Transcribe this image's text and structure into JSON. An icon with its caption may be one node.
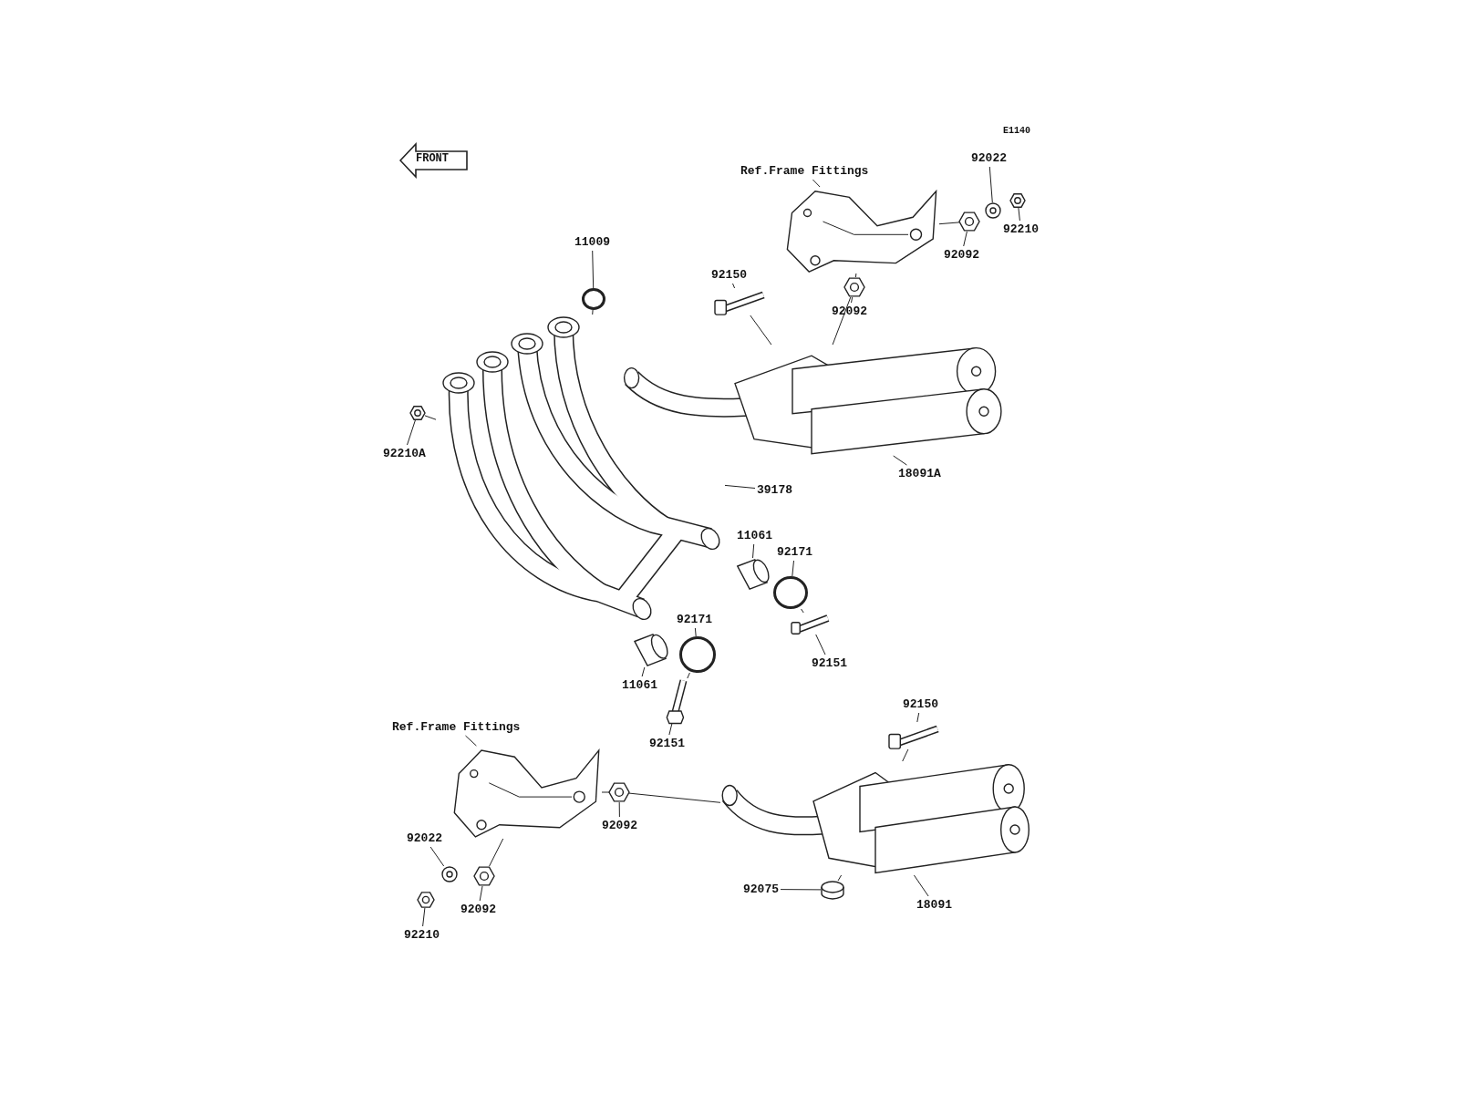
{
  "diagram": {
    "nodes": [
      {
        "text": [
          "Ref.Frame Fittings"
        ]
      },
      {
        "text": [
          "92022"
        ]
      },
      {
        "text": [
          "92210"
        ]
      },
      {
        "text": [
          "92092"
        ]
      },
      {
        "text": [
          "11009"
        ]
      },
      {
        "text": [
          "92092"
        ]
      },
      {
        "text": [
          "92150"
        ]
      },
      {
        "text": [
          "92210A"
        ]
      },
      {
        "text": [
          "18091A"
        ]
      },
      {
        "text": [
          "39178"
        ]
      },
      {
        "text": [
          "11061"
        ]
      },
      {
        "text": [
          "92171"
        ]
      },
      {
        "text": [
          "92171"
        ]
      },
      {
        "text": [
          "92151"
        ]
      },
      {
        "text": [
          "11061"
        ]
      },
      {
        "text": [
          "92151"
        ]
      },
      {
        "text": [
          "Ref.Frame Fittings"
        ]
      },
      {
        "text": [
          "92150"
        ]
      },
      {
        "text": [
          "92092"
        ]
      },
      {
        "text": [
          "92022"
        ]
      },
      {
        "text": [
          "92075"
        ]
      },
      {
        "text": [
          "18091"
        ]
      },
      {
        "text": [
          "92092"
        ]
      },
      {
        "text": [
          "92210"
        ]
      },
      {
        "text": [],
        "shape": "picture"
      },
      {
        "text": [],
        "shape": "picture"
      },
      {
        "text": [],
        "shape": "picture"
      },
      {
        "text": [],
        "shape": "picture"
      },
      {
        "text": [],
        "shape": "circle"
      },
      {
        "text": [],
        "shape": "picture"
      },
      {
        "text": [],
        "shape": "picture"
      },
      {
        "text": [],
        "shape": "picture"
      },
      {
        "text": [],
        "shape": "picture"
      },
      {
        "text": [],
        "shape": "picture"
      },
      {
        "text": [],
        "shape": "picture"
      },
      {
        "text": [],
        "shape": "circle"
      },
      {
        "text": [],
        "shape": "circle"
      },
      {
        "text": [],
        "shape": "picture"
      },
      {
        "text": [],
        "shape": "picture"
      },
      {
        "text": [],
        "shape": "picture"
      },
      {
        "text": [],
        "shape": "picture"
      },
      {
        "text": [],
        "shape": "picture"
      },
      {
        "text": [],
        "shape": "picture"
      },
      {
        "text": [],
        "shape": "picture"
      },
      {
        "text": [],
        "shape": "cylinder"
      },
      {
        "text": [],
        "shape": "picture"
      },
      {
        "text": [],
        "shape": "picture"
      },
      {
        "text": [],
        "shape": "picture"
      }
    ],
    "edges": [
      {
        "from": 0,
        "to": 24,
        "arrow": "none"
      },
      {
        "from": 1,
        "to": 25,
        "arrow": "none"
      },
      {
        "from": 2,
        "to": 26,
        "arrow": "none"
      },
      {
        "from": 3,
        "to": 27,
        "arrow": "none"
      },
      {
        "from": 4,
        "to": 28,
        "arrow": "none"
      },
      {
        "from": 5,
        "to": 29,
        "arrow": "none"
      },
      {
        "from": 6,
        "to": 30,
        "arrow": "none"
      },
      {
        "from": 7,
        "to": 31,
        "arrow": "none"
      },
      {
        "from": 8,
        "to": 32,
        "arrow": "none"
      },
      {
        "from": 9,
        "to": 33,
        "arrow": "none"
      },
      {
        "from": 10,
        "to": 34,
        "arrow": "none"
      },
      {
        "from": 11,
        "to": 35,
        "arrow": "none"
      },
      {
        "from": 12,
        "to": 36,
        "arrow": "none"
      },
      {
        "from": 13,
        "to": 37,
        "arrow": "none"
      },
      {
        "from": 14,
        "to": 38,
        "arrow": "none"
      },
      {
        "from": 15,
        "to": 39,
        "arrow": "none"
      },
      {
        "from": 16,
        "to": 40,
        "arrow": "none"
      },
      {
        "from": 17,
        "to": 41,
        "arrow": "none"
      },
      {
        "from": 18,
        "to": 42,
        "arrow": "none"
      },
      {
        "from": 19,
        "to": 43,
        "arrow": "none"
      },
      {
        "from": 20,
        "to": 44,
        "arrow": "none"
      },
      {
        "from": 21,
        "to": 45,
        "arrow": "none"
      },
      {
        "from": 22,
        "to": 46,
        "arrow": "none"
      },
      {
        "from": 23,
        "to": 47,
        "arrow": "none"
      },
      {
        "from": 27,
        "to": 24,
        "arrow": "none"
      },
      {
        "from": 29,
        "to": 24,
        "arrow": "none"
      },
      {
        "from": 29,
        "to": 32,
        "arrow": "none"
      },
      {
        "from": 30,
        "to": 32,
        "arrow": "none"
      },
      {
        "from": 28,
        "to": 33,
        "arrow": "none"
      },
      {
        "from": 31,
        "to": 33,
        "arrow": "none"
      },
      {
        "from": 37,
        "to": 35,
        "arrow": "none"
      },
      {
        "from": 39,
        "to": 36,
        "arrow": "none"
      },
      {
        "from": 42,
        "to": 40,
        "arrow": "none"
      },
      {
        "from": 42,
        "to": 45,
        "arrow": "none"
      },
      {
        "from": 46,
        "to": 40,
        "arrow": "none"
      },
      {
        "from": 41,
        "to": 45,
        "arrow": "none"
      },
      {
        "from": 44,
        "to": 45,
        "arrow": "none"
      }
    ],
    "labels": [
      "E1140",
      "FRONT"
    ]
  }
}
